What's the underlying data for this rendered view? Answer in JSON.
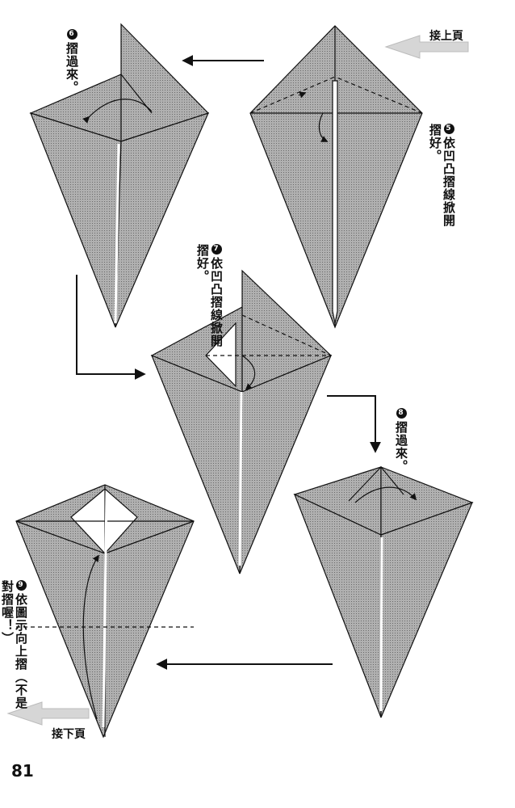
{
  "page_number": "81",
  "nav": {
    "continue_from": "接上頁",
    "continue_to": "接下頁"
  },
  "steps": [
    {
      "num": "5",
      "text": "依凹凸摺線掀開摺好。"
    },
    {
      "num": "6",
      "text": "摺過來。"
    },
    {
      "num": "7",
      "text": "依凹凸摺線掀開摺好。"
    },
    {
      "num": "8",
      "text": "摺過來。"
    },
    {
      "num": "9",
      "text": "依圖示向上摺（不是對摺喔！）"
    }
  ],
  "colors": {
    "paper": "#a9a9a9",
    "line": "#111111",
    "arrow_light": "#cfcfcf"
  }
}
